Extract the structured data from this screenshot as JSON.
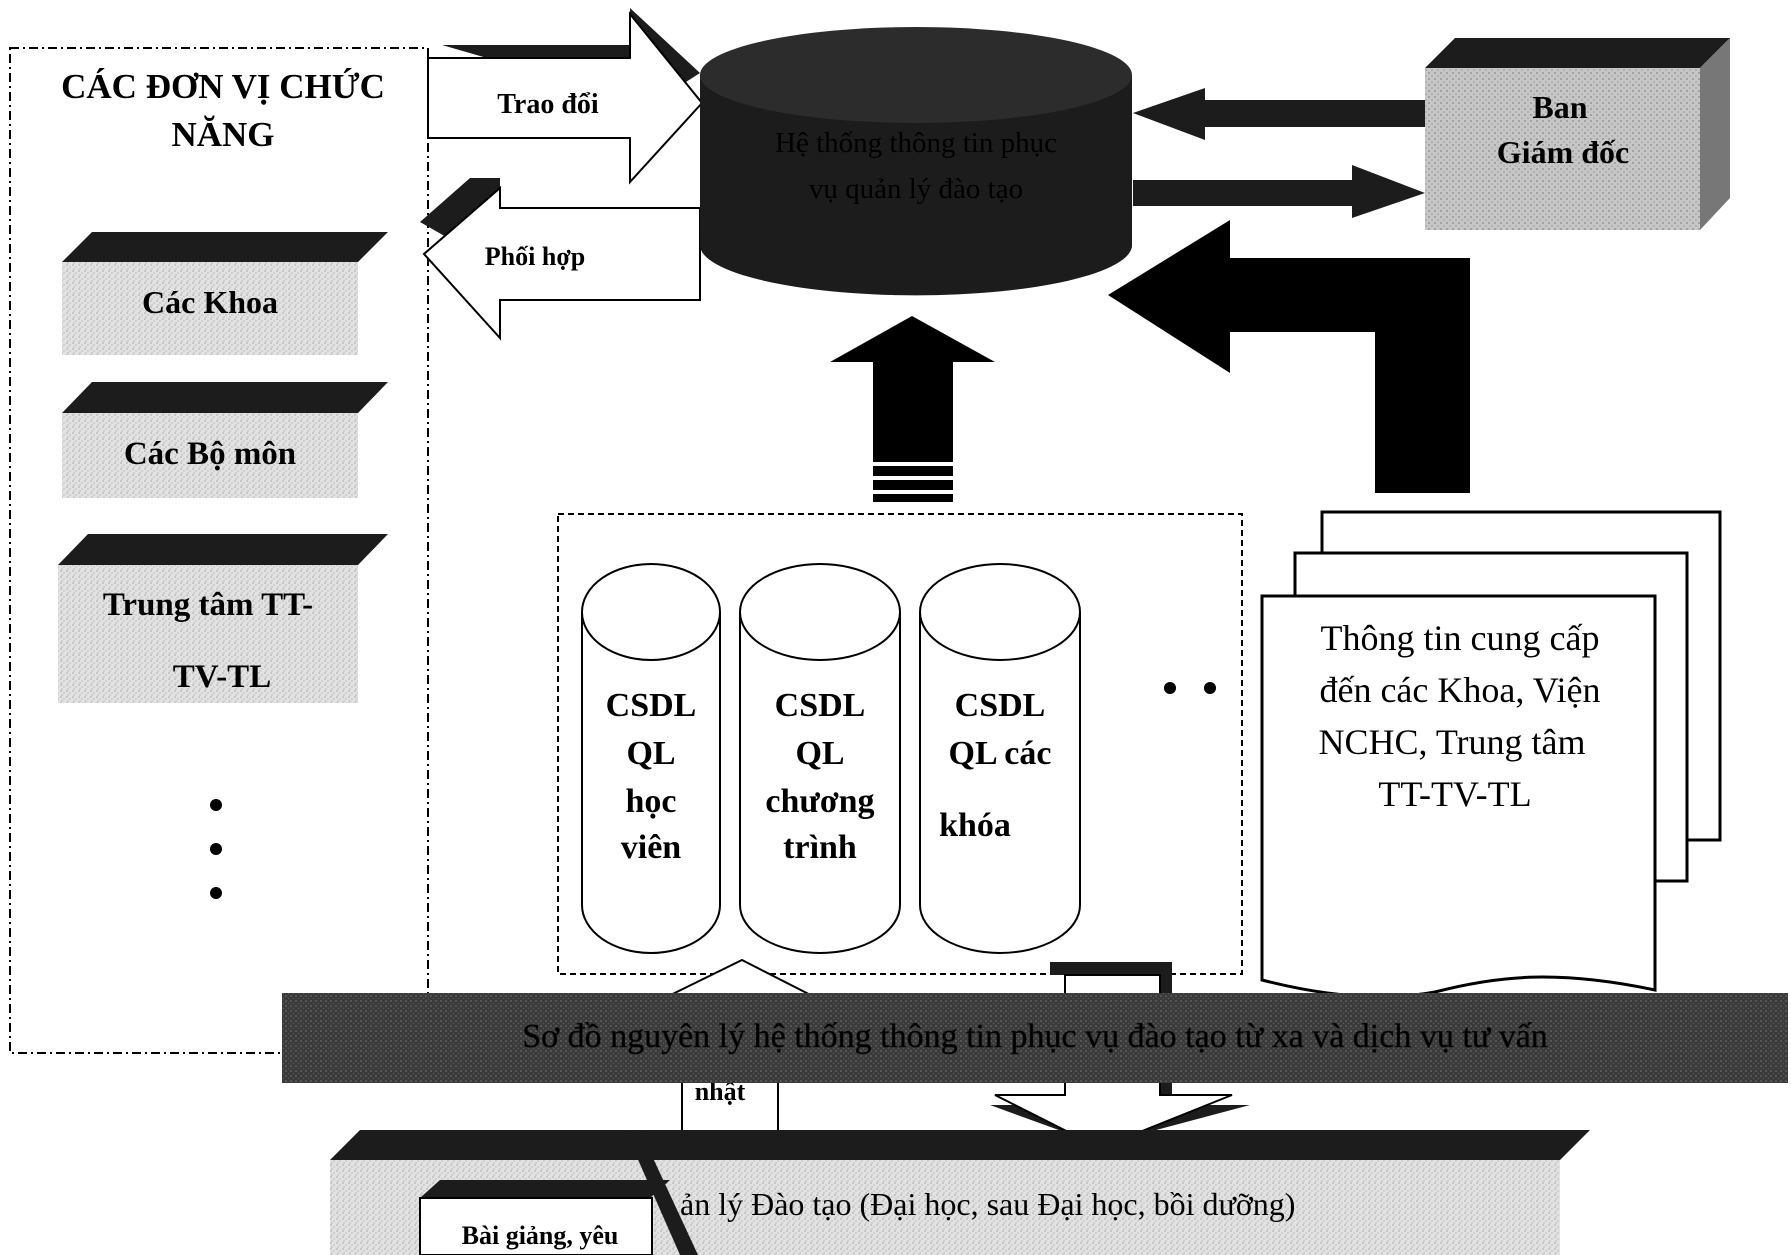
{
  "functional_units": {
    "title_line1": "CÁC ĐƠN VỊ CHỨC",
    "title_line2": "NĂNG",
    "items": [
      "Các Khoa",
      "Các  Bộ môn",
      "Trung tâm TT-",
      "TV-TL"
    ],
    "more_marker": "• • •"
  },
  "arrows": {
    "exchange_label": "Trao đổi",
    "coordinate_label": "Phối hợp"
  },
  "directors": {
    "line1": "Ban",
    "line2": "Giám đốc"
  },
  "central_db": {
    "line1": "Hệ thống thông tin phục",
    "line2": "vụ quản lý đào tạo"
  },
  "databases": [
    {
      "lines": [
        "CSDL",
        "QL",
        "học",
        "viên"
      ]
    },
    {
      "lines": [
        "CSDL",
        "QL",
        "chương",
        "trình"
      ]
    },
    {
      "lines": [
        "CSDL",
        "QL  các",
        "khóa"
      ]
    }
  ],
  "databases_more": "• •",
  "info_doc": {
    "lines": [
      "Thông tin cung cấp",
      "đến các Khoa, Viện",
      "NCHC, Trung tâm",
      "TT-TV-TL"
    ]
  },
  "caption": "Sơ đồ nguyên lý hệ thống thông tin phục vụ đào tạo từ xa và dịch vụ tư vấn",
  "fragments": {
    "update_partial": "nhật",
    "lecture_partial": "Bài giảng, yêu",
    "training_bar": "ản lý Đào tạo (Đại học, sau Đại học, bồi dưỡng)"
  },
  "colors": {
    "dark": "#1c1c1c",
    "gray_fill": "#c8c8c8",
    "light_fill": "#e6e6e6",
    "caption_band": "#3a3a3a"
  }
}
